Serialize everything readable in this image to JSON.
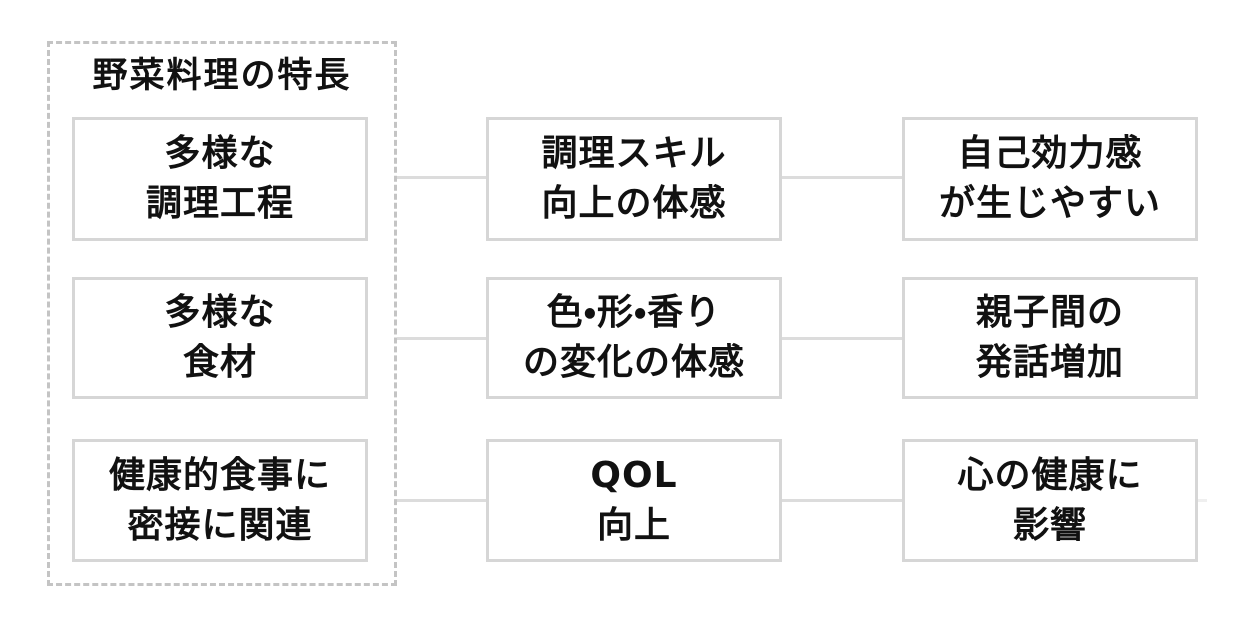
{
  "diagram": {
    "group_title": "野菜料理の特長",
    "rows": [
      {
        "source": {
          "line1": "多様な",
          "line2": "調理工程"
        },
        "mediator": {
          "line1": "調理スキル",
          "line2": "向上の体感"
        },
        "outcome": {
          "line1": "自己効力感",
          "line2": "が生じやすい"
        }
      },
      {
        "source": {
          "line1": "多様な",
          "line2": "食材"
        },
        "mediator": {
          "line1": "色・形・香り",
          "line2": "の変化の体感"
        },
        "outcome": {
          "line1": "親子間の",
          "line2": "発話増加"
        }
      },
      {
        "source": {
          "line1": "健康的食事に",
          "line2": "密接に関連"
        },
        "mediator": {
          "line1": "QOL",
          "line2": "向上"
        },
        "outcome": {
          "line1": "心の健康に",
          "line2": "影響"
        }
      }
    ],
    "colors": {
      "background": "#ffffff",
      "text": "#111111",
      "box_border": "#d6d6d6",
      "dashed_border": "#c4c4c4",
      "connector": "#dcdcdc"
    }
  }
}
